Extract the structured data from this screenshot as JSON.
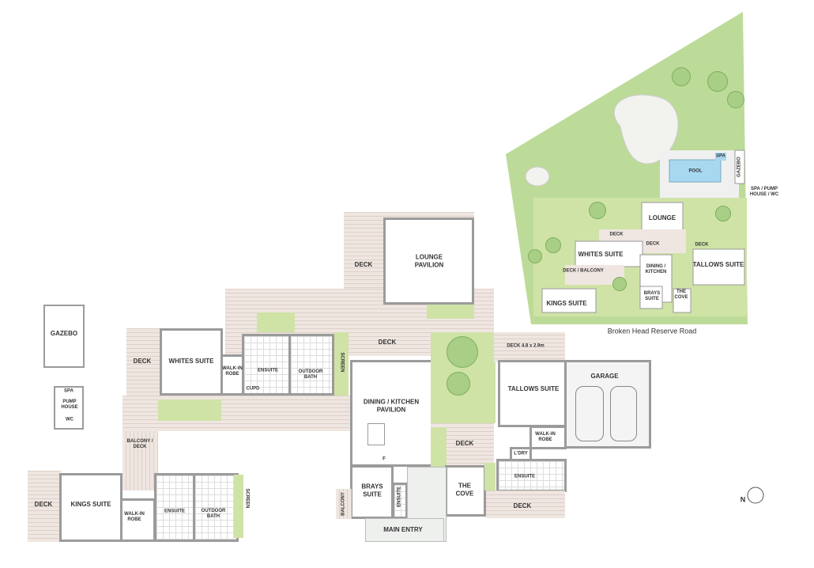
{
  "plan": {
    "gazebo": "GAZEBO",
    "spa": "SPA",
    "pump_house": "PUMP HOUSE",
    "wc": "WC",
    "lounge_pavilion": "LOUNGE PAVILION",
    "deck": "DECK",
    "whites_suite": "WHITES SUITE",
    "walk_in_robe": "WALK-IN ROBE",
    "ensuite": "ENSUITE",
    "outdoor_bath": "OUTDOOR BATH",
    "screen": "SCREEN",
    "cupd": "CUPD",
    "balcony_deck": "BALCONY / DECK",
    "kings_suite": "KINGS SUITE",
    "dining_kitchen": "DINING / KITCHEN PAVILION",
    "fridge": "F",
    "deck_size": "DECK 4.8 x 2.9m",
    "tallows_suite": "TALLOWS SUITE",
    "garage": "GARAGE",
    "laundry": "L'DRY",
    "the_cove": "THE COVE",
    "brays_suite": "BRAYS SUITE",
    "balcony": "BALCONY",
    "main_entry": "MAIN ENTRY"
  },
  "site": {
    "pool": "POOL",
    "spa": "SPA",
    "gazebo": "GAZEBO",
    "spa_pump_wc": "SPA / PUMP HOUSE / WC",
    "lounge": "LOUNGE",
    "deck": "DECK",
    "whites_suite": "WHITES SUITE",
    "deck_balcony": "DECK / BALCONY",
    "dining_kitchen": "DINING / KITCHEN",
    "tallows_suite": "TALLOWS SUITE",
    "kings_suite": "KINGS SUITE",
    "brays_suite": "BRAYS SUITE",
    "the_cove": "THE COVE",
    "road": "Broken Head Reserve Road"
  },
  "compass": {
    "north": "N",
    "icon": "north-arrow-icon"
  },
  "colors": {
    "deck": "#efe6e1",
    "garden": "#cfe3a6",
    "lawn": "#bcdb98",
    "wall": "#9b9b9b",
    "pool": "#a8d8f0"
  }
}
